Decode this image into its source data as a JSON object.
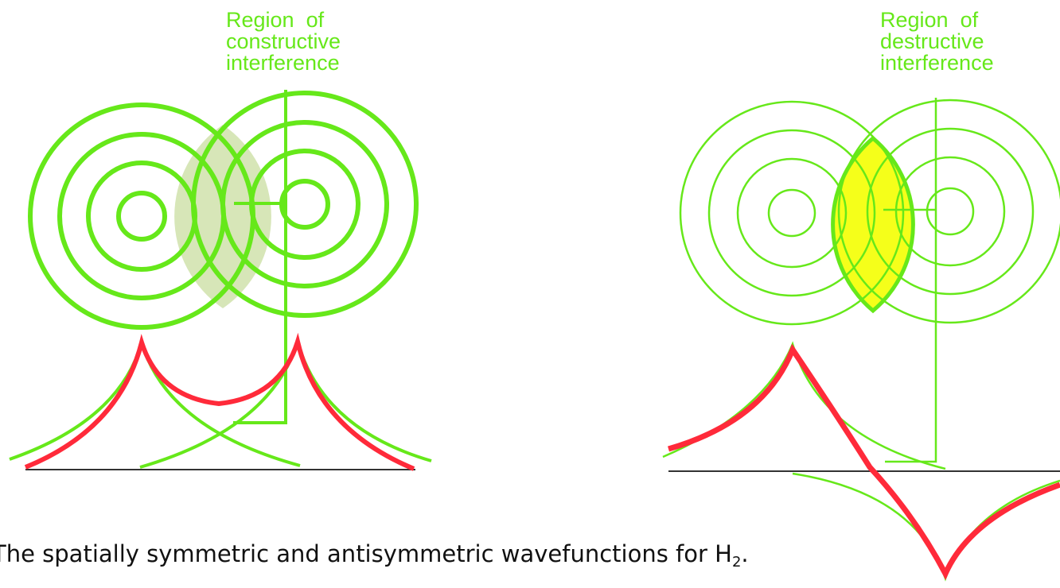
{
  "colors": {
    "wave": "#66e81a",
    "combined": "#ff2a3a",
    "axis": "#333333",
    "constructive_fill": "#d7e6b8",
    "destructive_fill": "#f5ff1a",
    "label_text": "#66e81a"
  },
  "symmetric_panel": {
    "label_lines": [
      "Region  of",
      "constructive",
      "interference"
    ]
  },
  "antisymmetric_panel": {
    "label_lines": [
      "Region  of",
      "destructive",
      "interference"
    ]
  },
  "caption": {
    "text": "The spatially symmetric and antisymmetric wavefunctions for H",
    "subscript": "2",
    "suffix": "."
  }
}
